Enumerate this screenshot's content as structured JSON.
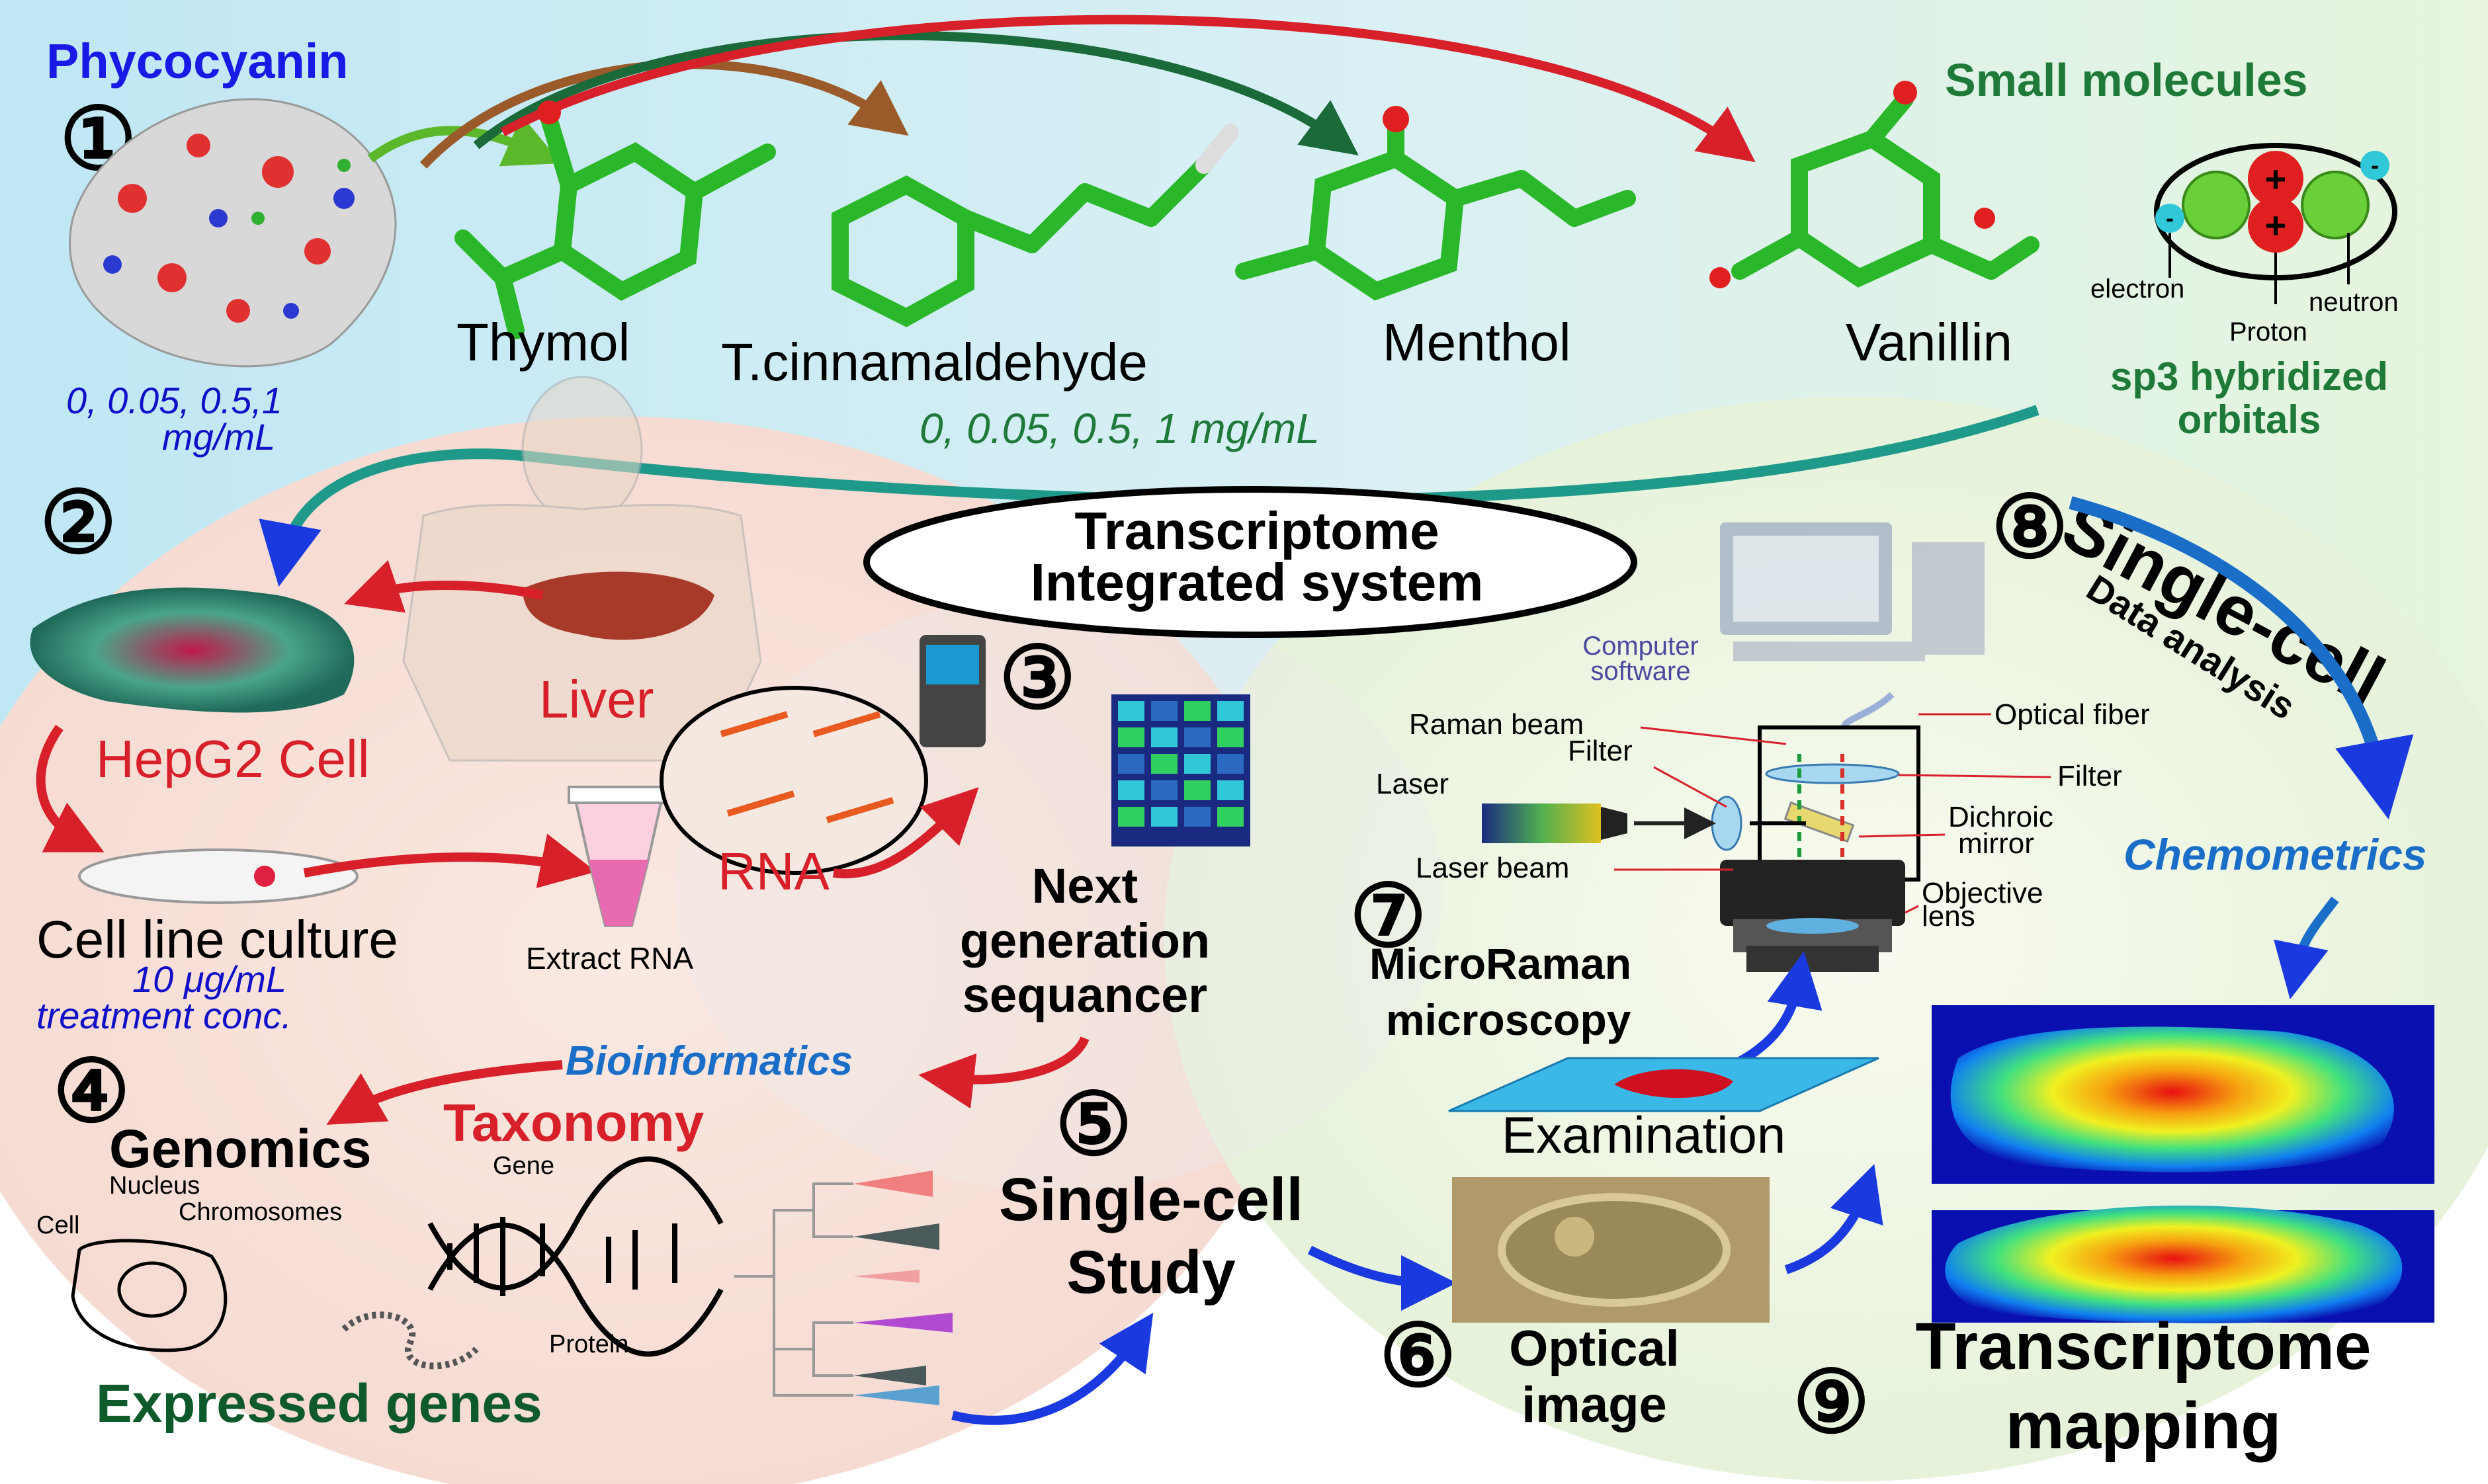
{
  "colors": {
    "title_blue": "#1a1ae6",
    "dark_green": "#0e5a2a",
    "mid_green": "#1f7a3a",
    "conc_blue": "#1010c8",
    "red": "#d8202a",
    "bioinf_blue": "#1a6ec8"
  },
  "section1": {
    "number": "①",
    "protein_title": "Phycocyanin",
    "protein_conc": "0, 0.05, 0.5,1",
    "protein_unit": "mg/mL",
    "molecules": [
      "Thymol",
      "T.cinnamaldehyde",
      "Menthol",
      "Vanillin"
    ],
    "molecule_conc": "0, 0.05, 0.5, 1 mg/mL",
    "small_title": "Small molecules",
    "atom_labels": {
      "electron": "electron",
      "proton": "Proton",
      "neutron": "neutron",
      "plus": "+",
      "minus": "-"
    },
    "orbital_line1": "sp3 hybridized",
    "orbital_line2": "orbitals"
  },
  "section2": {
    "number": "②",
    "liver": "Liver",
    "hepg2": "HepG2 Cell",
    "culture": "Cell line culture",
    "treat_conc": "10 μg/mL",
    "treat_label": "treatment conc.",
    "extract": "Extract RNA",
    "rna": "RNA"
  },
  "transcriptome": {
    "line1": "Transcriptome",
    "line2": "Integrated system"
  },
  "section3": {
    "number": "③",
    "line1": "Next",
    "line2": "generation",
    "line3": "sequancer"
  },
  "section4": {
    "number": "④",
    "bioinformatics": "Bioinformatics",
    "taxonomy": "Taxonomy",
    "genomics": "Genomics",
    "nucleus": "Nucleus",
    "chromosomes": "Chromosomes",
    "gene": "Gene",
    "cell": "Cell",
    "protein": "Protein",
    "expressed": "Expressed genes"
  },
  "section5": {
    "number": "⑤",
    "line1": "Single-cell",
    "line2": "Study"
  },
  "section6": {
    "number": "⑥",
    "line1": "Optical",
    "line2": "image"
  },
  "section7": {
    "number": "⑦",
    "line1": "MicroRaman",
    "line2": "microscopy",
    "computer1": "Computer",
    "computer2": "software",
    "raman_beam": "Raman beam",
    "filter_left": "Filter",
    "filter_right": "Filter",
    "laser": "Laser",
    "laser_beam": "Laser beam",
    "optical_fiber": "Optical fiber",
    "dichroic1": "Dichroic",
    "dichroic2": "mirror",
    "objective1": "Objective",
    "objective2": "lens",
    "examination": "Examination"
  },
  "section8": {
    "number": "⑧",
    "single_cell": "Single-cell",
    "data_analysis": "Data analysis",
    "chemometrics": "Chemometrics"
  },
  "section9": {
    "number": "⑨",
    "line1": "Transcriptome",
    "line2": "mapping"
  }
}
